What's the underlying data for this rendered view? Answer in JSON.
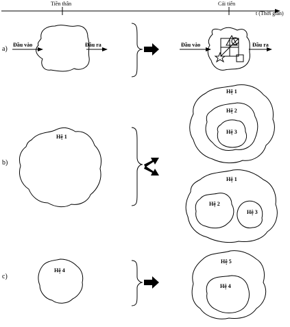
{
  "timeline": {
    "predecessor": "Tiền thân",
    "improved": "Cải tiến",
    "axis": "t (Thời gian)"
  },
  "rows": {
    "a": "a)",
    "b": "b)",
    "c": "c)"
  },
  "io": {
    "input": "Đầu vào",
    "output": "Đầu ra"
  },
  "systems": {
    "h1": "Hệ 1",
    "h2": "Hệ 2",
    "h3": "Hệ 3",
    "h4": "Hệ 4",
    "h5": "Hệ 5"
  }
}
